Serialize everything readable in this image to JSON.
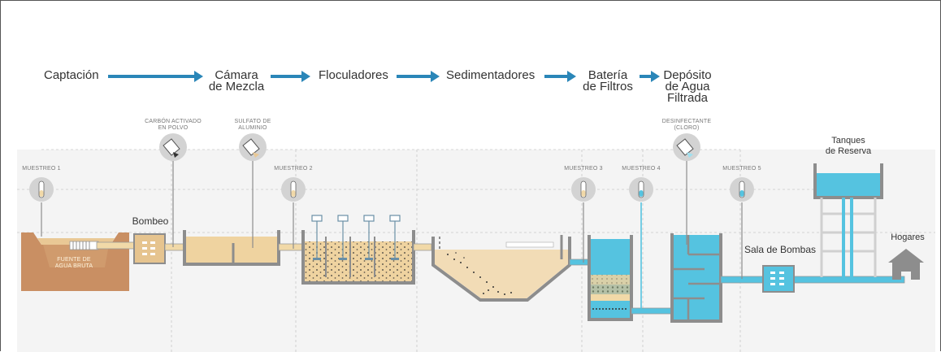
{
  "flow": {
    "step1": "Captación",
    "step2_line1": "Cámara",
    "step2_line2": "de Mezcla",
    "step3": "Floculadores",
    "step4": "Sedimentadores",
    "step5_line1": "Batería",
    "step5_line2": "de Filtros",
    "step6_line1": "Depósito",
    "step6_line2": "de Agua",
    "step6_line3": "Filtrada"
  },
  "samples": {
    "m1": "MUESTREO 1",
    "m2": "MUESTREO 2",
    "m3": "MUESTREO 3",
    "m4": "MUESTREO 4",
    "m5": "MUESTREO 5"
  },
  "chemicals": {
    "carbon_line1": "CARBÓN ACTIVADO",
    "carbon_line2": "EN POLVO",
    "sulfato_line1": "SULFATO DE",
    "sulfato_line2": "ALUMINIO",
    "desinf_line1": "DESINFECTANTE",
    "desinf_line2": "(CLORO)"
  },
  "labels": {
    "bombeo": "Bombeo",
    "fuente_line1": "FUENTE DE",
    "fuente_line2": "AGUA BRUTA",
    "sala_bombas": "Sala de Bombas",
    "tanques_line1": "Tanques",
    "tanques_line2": "de Reserva",
    "hogares": "Hogares"
  },
  "colors": {
    "arrow_blue": "#2a86b8",
    "water_blue": "#55c3e0",
    "raw_water": "#f1d9a8",
    "earth": "#c98f63",
    "wall_gray": "#8d8d8d"
  }
}
